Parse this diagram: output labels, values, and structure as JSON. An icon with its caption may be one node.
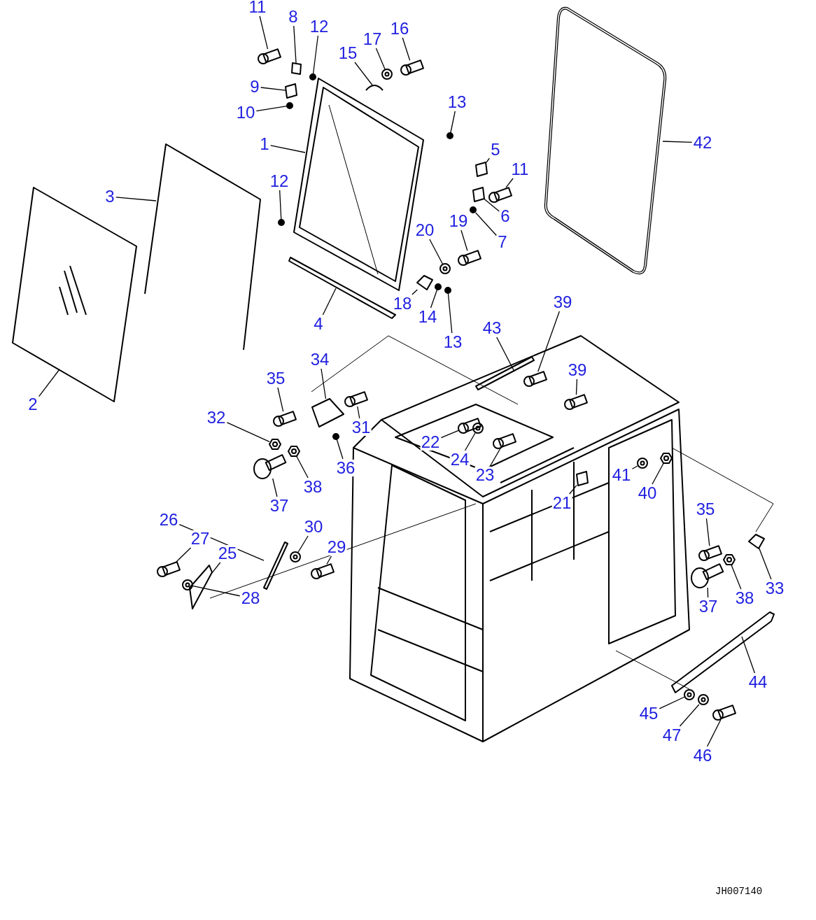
{
  "diagram": {
    "nodes": [
      {
        "text": [
          "1"
        ]
      },
      {
        "text": [
          "2"
        ]
      },
      {
        "text": [
          "3"
        ]
      },
      {
        "text": [
          "4"
        ]
      },
      {
        "text": [
          "5"
        ]
      },
      {
        "text": [
          "6"
        ]
      },
      {
        "text": [
          "7"
        ]
      },
      {
        "text": [
          "8"
        ]
      },
      {
        "text": [
          "9"
        ]
      },
      {
        "text": [
          "10"
        ]
      },
      {
        "text": [
          "11"
        ]
      },
      {
        "text": [
          "11"
        ]
      },
      {
        "text": [
          "12"
        ]
      },
      {
        "text": [
          "12"
        ]
      },
      {
        "text": [
          "13"
        ]
      },
      {
        "text": [
          "13"
        ]
      },
      {
        "text": [
          "14"
        ]
      },
      {
        "text": [
          "15"
        ]
      },
      {
        "text": [
          "16"
        ]
      },
      {
        "text": [
          "17"
        ]
      },
      {
        "text": [
          "18"
        ]
      },
      {
        "text": [
          "19"
        ]
      },
      {
        "text": [
          "20"
        ]
      },
      {
        "text": [
          "21"
        ]
      },
      {
        "text": [
          "22"
        ]
      },
      {
        "text": [
          "23"
        ]
      },
      {
        "text": [
          "24"
        ]
      },
      {
        "text": [
          "25"
        ]
      },
      {
        "text": [
          "26"
        ]
      },
      {
        "text": [
          "27"
        ]
      },
      {
        "text": [
          "28"
        ]
      },
      {
        "text": [
          "29"
        ]
      },
      {
        "text": [
          "30"
        ]
      },
      {
        "text": [
          "31"
        ]
      },
      {
        "text": [
          "32"
        ]
      },
      {
        "text": [
          "33"
        ]
      },
      {
        "text": [
          "34"
        ]
      },
      {
        "text": [
          "35"
        ]
      },
      {
        "text": [
          "35"
        ]
      },
      {
        "text": [
          "36"
        ]
      },
      {
        "text": [
          "37"
        ]
      },
      {
        "text": [
          "37"
        ]
      },
      {
        "text": [
          "38"
        ]
      },
      {
        "text": [
          "38"
        ]
      },
      {
        "text": [
          "39"
        ]
      },
      {
        "text": [
          "39"
        ]
      },
      {
        "text": [
          "40"
        ]
      },
      {
        "text": [
          "41"
        ]
      },
      {
        "text": [
          "42"
        ]
      },
      {
        "text": [
          "43"
        ]
      },
      {
        "text": [
          "44"
        ]
      },
      {
        "text": [
          "45"
        ]
      },
      {
        "text": [
          "46"
        ]
      },
      {
        "text": [
          "47"
        ]
      },
      {
        "text": [],
        "shape": "picture"
      },
      {
        "text": [],
        "shape": "picture"
      },
      {
        "text": [],
        "shape": "picture"
      },
      {
        "text": [],
        "shape": "picture"
      },
      {
        "text": [],
        "shape": "bracket"
      },
      {
        "text": [],
        "shape": "bracket"
      },
      {
        "text": [],
        "shape": "dot"
      },
      {
        "text": [],
        "shape": "plate"
      },
      {
        "text": [],
        "shape": "bracket"
      },
      {
        "text": [],
        "shape": "dot"
      },
      {
        "text": [],
        "shape": "bolt"
      },
      {
        "text": [],
        "shape": "bolt"
      },
      {
        "text": [],
        "shape": "dot"
      },
      {
        "text": [],
        "shape": "dot"
      },
      {
        "text": [],
        "shape": "dot"
      },
      {
        "text": [],
        "shape": "dot"
      },
      {
        "text": [],
        "shape": "dot"
      },
      {
        "text": [],
        "shape": "handle"
      },
      {
        "text": [],
        "shape": "bolt"
      },
      {
        "text": [],
        "shape": "washer"
      },
      {
        "text": [],
        "shape": "clip"
      },
      {
        "text": [],
        "shape": "bolt"
      },
      {
        "text": [],
        "shape": "washer"
      },
      {
        "text": [],
        "shape": "bracket"
      },
      {
        "text": [],
        "shape": "bolt"
      },
      {
        "text": [],
        "shape": "bolt"
      },
      {
        "text": [],
        "shape": "washer"
      },
      {
        "text": [],
        "shape": "plate"
      },
      {
        "text": [],
        "shape": "bar"
      },
      {
        "text": [],
        "shape": "bolt"
      },
      {
        "text": [],
        "shape": "washer"
      },
      {
        "text": [],
        "shape": "bolt"
      },
      {
        "text": [],
        "shape": "washer"
      },
      {
        "text": [],
        "shape": "bolt"
      },
      {
        "text": [],
        "shape": "nut"
      },
      {
        "text": [],
        "shape": "clip"
      },
      {
        "text": [],
        "shape": "latch"
      },
      {
        "text": [],
        "shape": "bolt"
      },
      {
        "text": [],
        "shape": "bolt"
      },
      {
        "text": [],
        "shape": "dot"
      },
      {
        "text": [],
        "shape": "knob"
      },
      {
        "text": [],
        "shape": "knob"
      },
      {
        "text": [],
        "shape": "nut"
      },
      {
        "text": [],
        "shape": "nut"
      },
      {
        "text": [],
        "shape": "bolt"
      },
      {
        "text": [],
        "shape": "bolt"
      },
      {
        "text": [],
        "shape": "nut"
      },
      {
        "text": [],
        "shape": "washer"
      },
      {
        "text": [],
        "shape": "picture"
      },
      {
        "text": [],
        "shape": "bar"
      },
      {
        "text": [],
        "shape": "plate"
      },
      {
        "text": [],
        "shape": "washer"
      },
      {
        "text": [],
        "shape": "bolt"
      },
      {
        "text": [],
        "shape": "washer"
      }
    ],
    "edges": [
      {
        "from": 0,
        "to": 54,
        "arrow": "none"
      },
      {
        "from": 1,
        "to": 55,
        "arrow": "none"
      },
      {
        "from": 2,
        "to": 56,
        "arrow": "none"
      },
      {
        "from": 3,
        "to": 57,
        "arrow": "none"
      },
      {
        "from": 4,
        "to": 58,
        "arrow": "none"
      },
      {
        "from": 5,
        "to": 59,
        "arrow": "none"
      },
      {
        "from": 6,
        "to": 60,
        "arrow": "none"
      },
      {
        "from": 7,
        "to": 61,
        "arrow": "none"
      },
      {
        "from": 8,
        "to": 62,
        "arrow": "none"
      },
      {
        "from": 9,
        "to": 63,
        "arrow": "none"
      },
      {
        "from": 10,
        "to": 64,
        "arrow": "none"
      },
      {
        "from": 11,
        "to": 65,
        "arrow": "none"
      },
      {
        "from": 12,
        "to": 66,
        "arrow": "none"
      },
      {
        "from": 13,
        "to": 67,
        "arrow": "none"
      },
      {
        "from": 14,
        "to": 68,
        "arrow": "none"
      },
      {
        "from": 15,
        "to": 69,
        "arrow": "none"
      },
      {
        "from": 16,
        "to": 70,
        "arrow": "none"
      },
      {
        "from": 17,
        "to": 71,
        "arrow": "none"
      },
      {
        "from": 18,
        "to": 72,
        "arrow": "none"
      },
      {
        "from": 19,
        "to": 73,
        "arrow": "none"
      },
      {
        "from": 20,
        "to": 74,
        "arrow": "none"
      },
      {
        "from": 21,
        "to": 75,
        "arrow": "none"
      },
      {
        "from": 22,
        "to": 76,
        "arrow": "none"
      },
      {
        "from": 23,
        "to": 77,
        "arrow": "none"
      },
      {
        "from": 24,
        "to": 78,
        "arrow": "none"
      },
      {
        "from": 25,
        "to": 79,
        "arrow": "none"
      },
      {
        "from": 26,
        "to": 80,
        "arrow": "none"
      },
      {
        "from": 27,
        "to": 81,
        "arrow": "none"
      },
      {
        "from": 28,
        "to": 82,
        "arrow": "none"
      },
      {
        "from": 29,
        "to": 83,
        "arrow": "none"
      },
      {
        "from": 30,
        "to": 84,
        "arrow": "none"
      },
      {
        "from": 31,
        "to": 85,
        "arrow": "none"
      },
      {
        "from": 32,
        "to": 86,
        "arrow": "none"
      },
      {
        "from": 33,
        "to": 87,
        "arrow": "none"
      },
      {
        "from": 34,
        "to": 88,
        "arrow": "none"
      },
      {
        "from": 35,
        "to": 89,
        "arrow": "none"
      },
      {
        "from": 36,
        "to": 90,
        "arrow": "none"
      },
      {
        "from": 37,
        "to": 91,
        "arrow": "none"
      },
      {
        "from": 38,
        "to": 92,
        "arrow": "none"
      },
      {
        "from": 39,
        "to": 93,
        "arrow": "none"
      },
      {
        "from": 40,
        "to": 94,
        "arrow": "none"
      },
      {
        "from": 41,
        "to": 95,
        "arrow": "none"
      },
      {
        "from": 42,
        "to": 96,
        "arrow": "none"
      },
      {
        "from": 43,
        "to": 97,
        "arrow": "none"
      },
      {
        "from": 44,
        "to": 98,
        "arrow": "none"
      },
      {
        "from": 45,
        "to": 99,
        "arrow": "none"
      },
      {
        "from": 46,
        "to": 100,
        "arrow": "none"
      },
      {
        "from": 47,
        "to": 101,
        "arrow": "none"
      },
      {
        "from": 48,
        "to": 102,
        "arrow": "none"
      },
      {
        "from": 49,
        "to": 103,
        "arrow": "none"
      },
      {
        "from": 50,
        "to": 104,
        "arrow": "none"
      },
      {
        "from": 51,
        "to": 105,
        "arrow": "none"
      },
      {
        "from": 52,
        "to": 106,
        "arrow": "none"
      },
      {
        "from": 53,
        "to": 107,
        "arrow": "none"
      }
    ],
    "labels": [
      "JH007140"
    ]
  }
}
